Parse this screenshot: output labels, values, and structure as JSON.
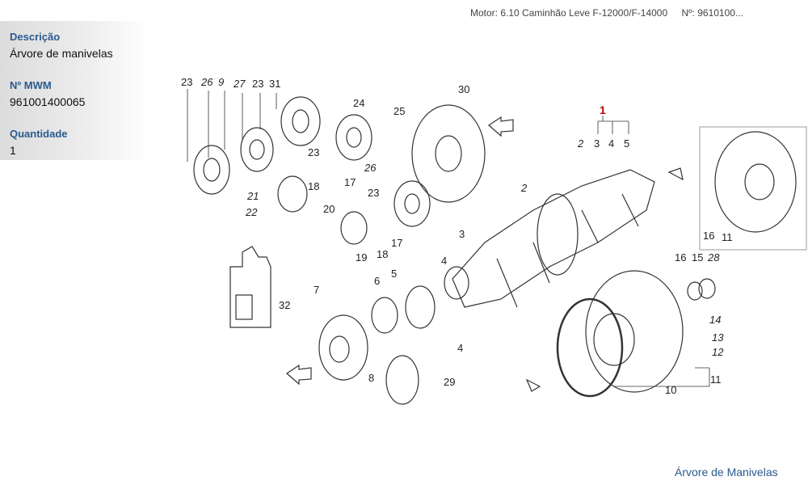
{
  "header": {
    "motor": "Motor: 6.10 Caminhão Leve F-12000/F-14000",
    "numero": "Nº: 9610100..."
  },
  "sidebar": {
    "descricao_label": "Descrição",
    "descricao_value": "Árvore de manivelas",
    "mwm_label": "Nº MWM",
    "mwm_value": "961001400065",
    "quantidade_label": "Quantidade",
    "quantidade_value": "1"
  },
  "diagram": {
    "callouts": [
      "23",
      "26",
      "9",
      "27",
      "23",
      "31",
      "24",
      "30",
      "25",
      "1",
      "2",
      "3",
      "4",
      "5",
      "23",
      "18",
      "17",
      "26",
      "23",
      "21",
      "22",
      "20",
      "2",
      "3",
      "17",
      "18",
      "19",
      "4",
      "16",
      "11",
      "16",
      "15",
      "28",
      "6",
      "5",
      "7",
      "32",
      "14",
      "13",
      "12",
      "4",
      "8",
      "29",
      "11",
      "10"
    ],
    "accent_color": "#c00000"
  },
  "footer": {
    "link": "Árvore de Manivelas"
  }
}
